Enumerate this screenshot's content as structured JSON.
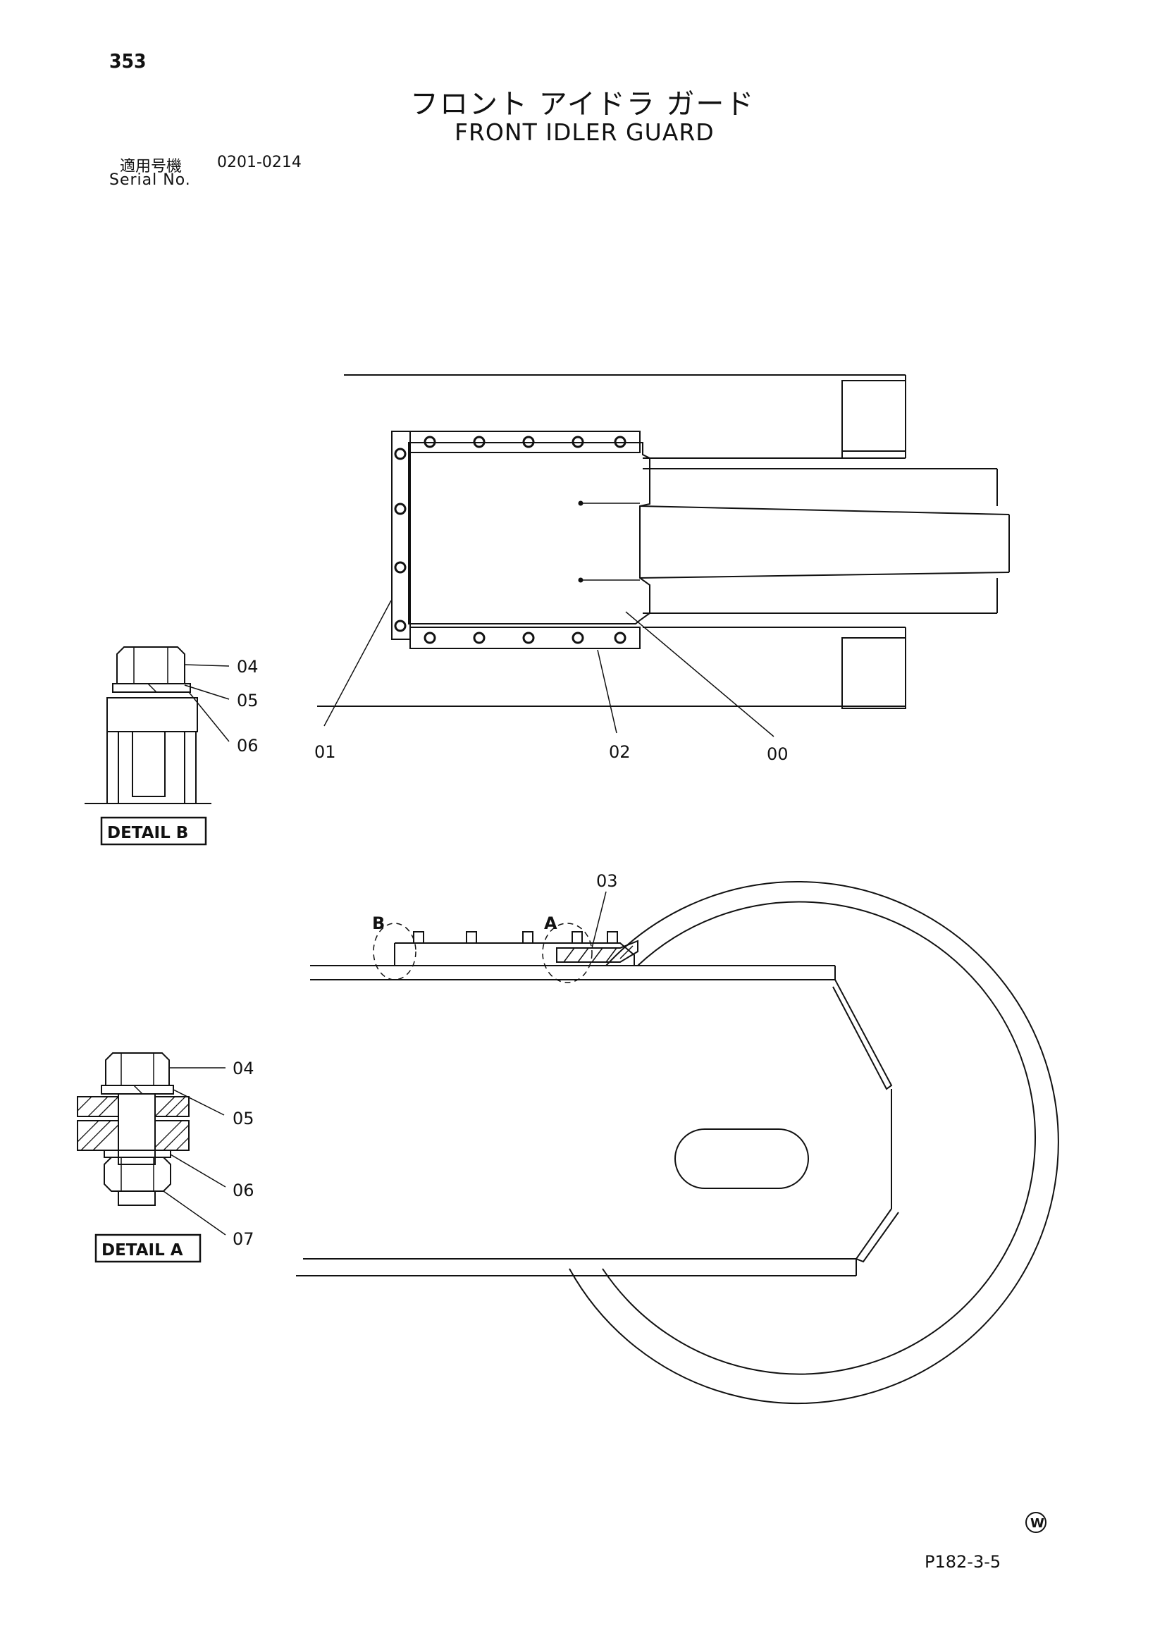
{
  "header": {
    "page_number": "353",
    "title_jp": "フロント アイドラ ガード",
    "title_en": "FRONT IDLER GUARD",
    "serial_label_jp": "適用号機",
    "serial_range": "0201-0214",
    "serial_label_en": "Serial No."
  },
  "callouts": {
    "c00": "00",
    "c01": "01",
    "c02": "02",
    "c03": "03",
    "c04_b": "04",
    "c05_b": "05",
    "c06_b": "06",
    "c04_a": "04",
    "c05_a": "05",
    "c06_a": "06",
    "c07_a": "07"
  },
  "details": {
    "detail_b": "DETAIL  B",
    "detail_a": "DETAIL  A",
    "mark_a": "A",
    "mark_b": "B"
  },
  "footer": {
    "watermark_symbol": "W",
    "page_code": "P182-3-5"
  }
}
